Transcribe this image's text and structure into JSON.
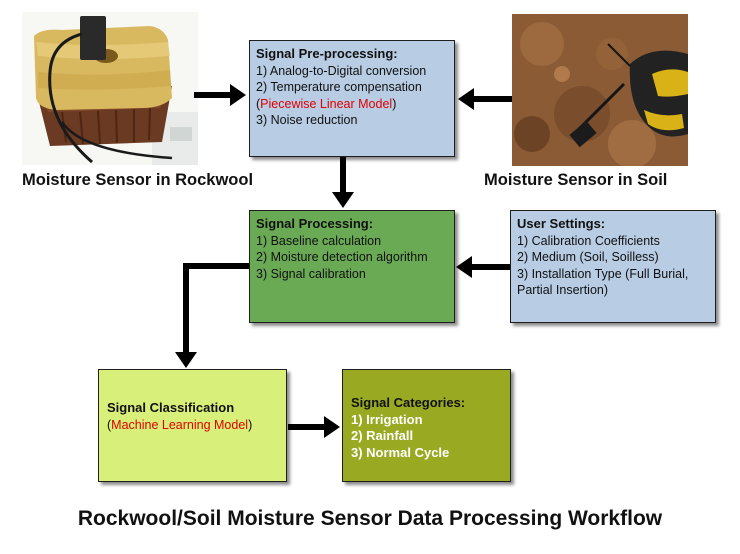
{
  "preprocessing": {
    "title": "Signal Pre-processing:",
    "step1": "1) Analog-to-Digital conversion",
    "step2": "2) Temperature compensation",
    "step2_paren_open": "(",
    "step2_model": "Piecewise Linear Model",
    "step2_paren_close": ")",
    "step3": "3) Noise reduction"
  },
  "processing": {
    "title": "Signal Processing:",
    "step1": "1) Baseline calculation",
    "step2": "2) Moisture detection algorithm",
    "step3": "3) Signal calibration"
  },
  "user_settings": {
    "title": "User Settings:",
    "item1": "1) Calibration Coefficients",
    "item2": "2) Medium (Soil, Soilless)",
    "item3": "3) Installation Type (Full Burial,",
    "item3_cont": "Partial Insertion)"
  },
  "classification": {
    "title": "Signal Classification",
    "paren_open": "(",
    "model": "Machine Learning Model",
    "paren_close": ")"
  },
  "categories": {
    "title": "Signal Categories:",
    "item1": "1) Irrigation",
    "item2": "2) Rainfall",
    "item3": "3) Normal Cycle"
  },
  "captions": {
    "rockwool": "Moisture Sensor in Rockwool",
    "soil": "Moisture Sensor in Soil"
  },
  "footer": "Rockwool/Soil Moisture Sensor Data Processing Workflow",
  "colors": {
    "preprocessing_fill": "#b8cce4",
    "processing_fill": "#6aaa55",
    "user_settings_fill": "#b8cce4",
    "classification_fill": "#d8f07a",
    "categories_fill": "#99aa22",
    "highlight_red": "#e00000",
    "arrow": "#000000"
  }
}
